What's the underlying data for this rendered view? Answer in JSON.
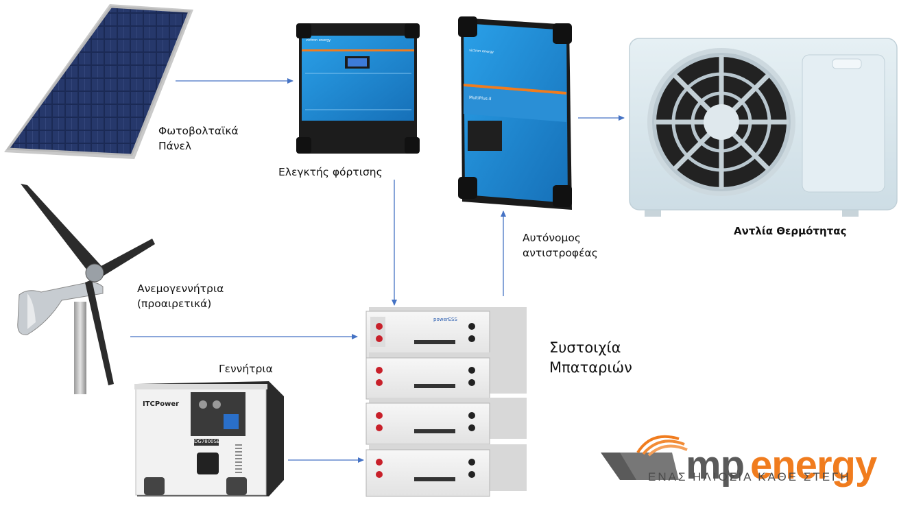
{
  "labels": {
    "pv_line1": "Φωτοβολταϊκά",
    "pv_line2": "Πάνελ",
    "charge_controller": "Ελεγκτής φόρτισης",
    "inverter_line1": "Αυτόνομος",
    "inverter_line2": "αντιστροφέας",
    "heat_pump": "Αντλία Θερμότητας",
    "wind_line1": "Ανεμογεννήτρια",
    "wind_line2": "(προαιρετικά)",
    "generator": "Γεννήτρια",
    "battery_line1": "Συστοιχία",
    "battery_line2": "Μπαταριών"
  },
  "device_text": {
    "controller_brand": "victron energy",
    "inverter_brand": "victron energy",
    "inverter_model": "MultiPlus-II",
    "battery_brand": "powerESS",
    "generator_brand": "ITCPower",
    "generator_model": "DG7800SE"
  },
  "logo": {
    "mp": "mp",
    "energy": "energy",
    "tagline_left": "ΕΝΑΣ ΗΛΙΟΣ",
    "tagline_right": "ΓΙΑ ΚΑΘΕ ΣΤΕΓΗ"
  },
  "colors": {
    "arrow": "#4472c4",
    "victron_blue": "#1f8ad6",
    "logo_gray": "#5a5a5a",
    "logo_orange": "#f07c1e",
    "heatpump_body": "#dce9ef"
  }
}
